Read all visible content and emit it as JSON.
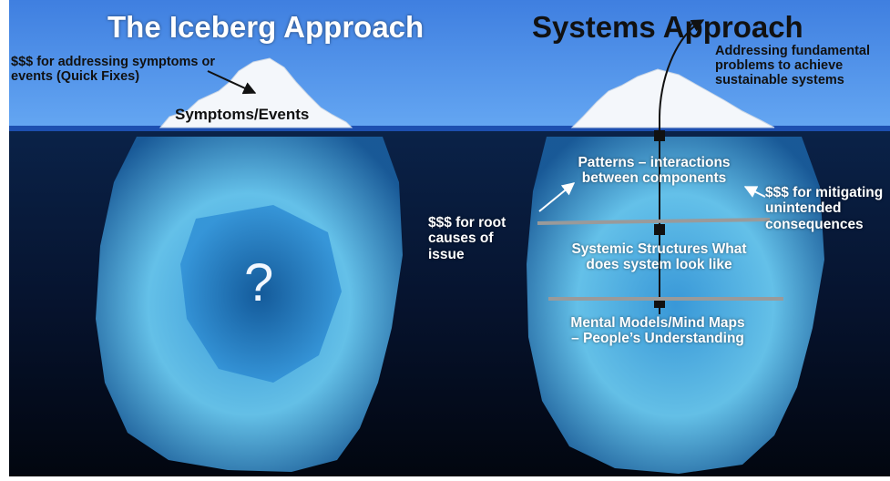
{
  "left_panel": {
    "title": "The Iceberg  Approach",
    "symptoms_cost": "$$$ for addressing symptoms or events (Quick Fixes)",
    "tip_label": "Symptoms/Events",
    "unknown_mark": "?"
  },
  "right_panel": {
    "title": "Systems Approach",
    "fundamental": "Addressing fundamental problems to achieve sustainable systems",
    "patterns": "Patterns – interactions between components",
    "root_cost": "$$$ for root causes of issue",
    "mitigate_cost": "$$$ for mitigating unintended consequences",
    "structures": "Systemic Structures What does system look like",
    "mental_models": "Mental Models/Mind Maps –  People’s Understanding"
  },
  "colors": {
    "sky": "#4f8fe8",
    "ocean_deep": "#040a1d",
    "ice": "#7fd7ff",
    "divider_line": "#9a9a9a"
  }
}
